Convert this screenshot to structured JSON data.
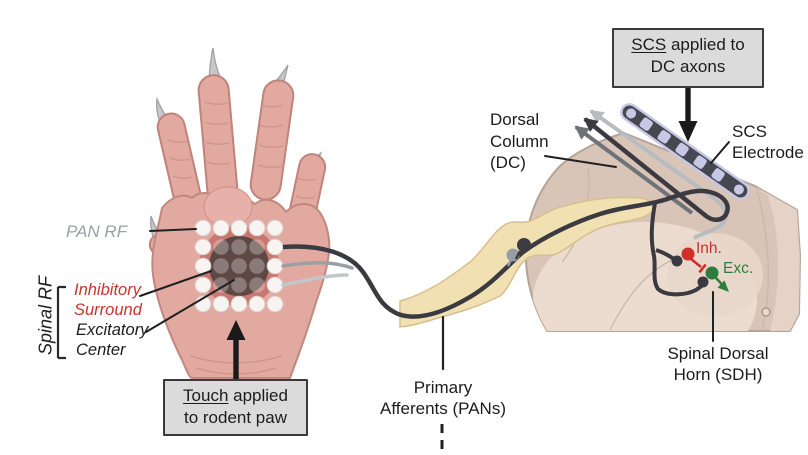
{
  "figure": {
    "labels": {
      "pan_rf": "PAN RF",
      "spinal_rf": "Spinal RF",
      "inhibitory_1": "Inhibitory",
      "inhibitory_2": "Surround",
      "excitatory_1": "Excitatory",
      "excitatory_2": "Center",
      "touch_word": "Touch",
      "touch_rest": " applied",
      "touch_line2": "to rodent paw",
      "scs_word": "SCS",
      "scs_rest": " applied to",
      "scs_line2": "DC axons",
      "dc_1": "Dorsal",
      "dc_2": "Column",
      "dc_3": "(DC)",
      "electrode_1": "SCS",
      "electrode_2": "Electrode",
      "inh": "Inh.",
      "exc": "Exc.",
      "sdh_1": "Spinal Dorsal",
      "sdh_2": "Horn (SDH)",
      "pans_1": "Primary",
      "pans_2": "Afferents (PANs)"
    },
    "colors": {
      "inhibitory_red": "#c8342b",
      "excitatory_green": "#2e7d3e",
      "pan_rf_gray": "#9ba1a6",
      "callout_fill": "#dbdbdb",
      "callout_border": "#3a3a3a",
      "paw_skin": "#e2a9a1",
      "nerve_yellow": "#f1e1b2",
      "cord_tan": "#d9c4b8",
      "fiber_dark": "#3a3a40",
      "fiber_gray": "#6f7378",
      "fiber_light": "#b7bcc1",
      "electrode_body": "#47474f",
      "electrode_contact": "#c6c8e5"
    }
  }
}
